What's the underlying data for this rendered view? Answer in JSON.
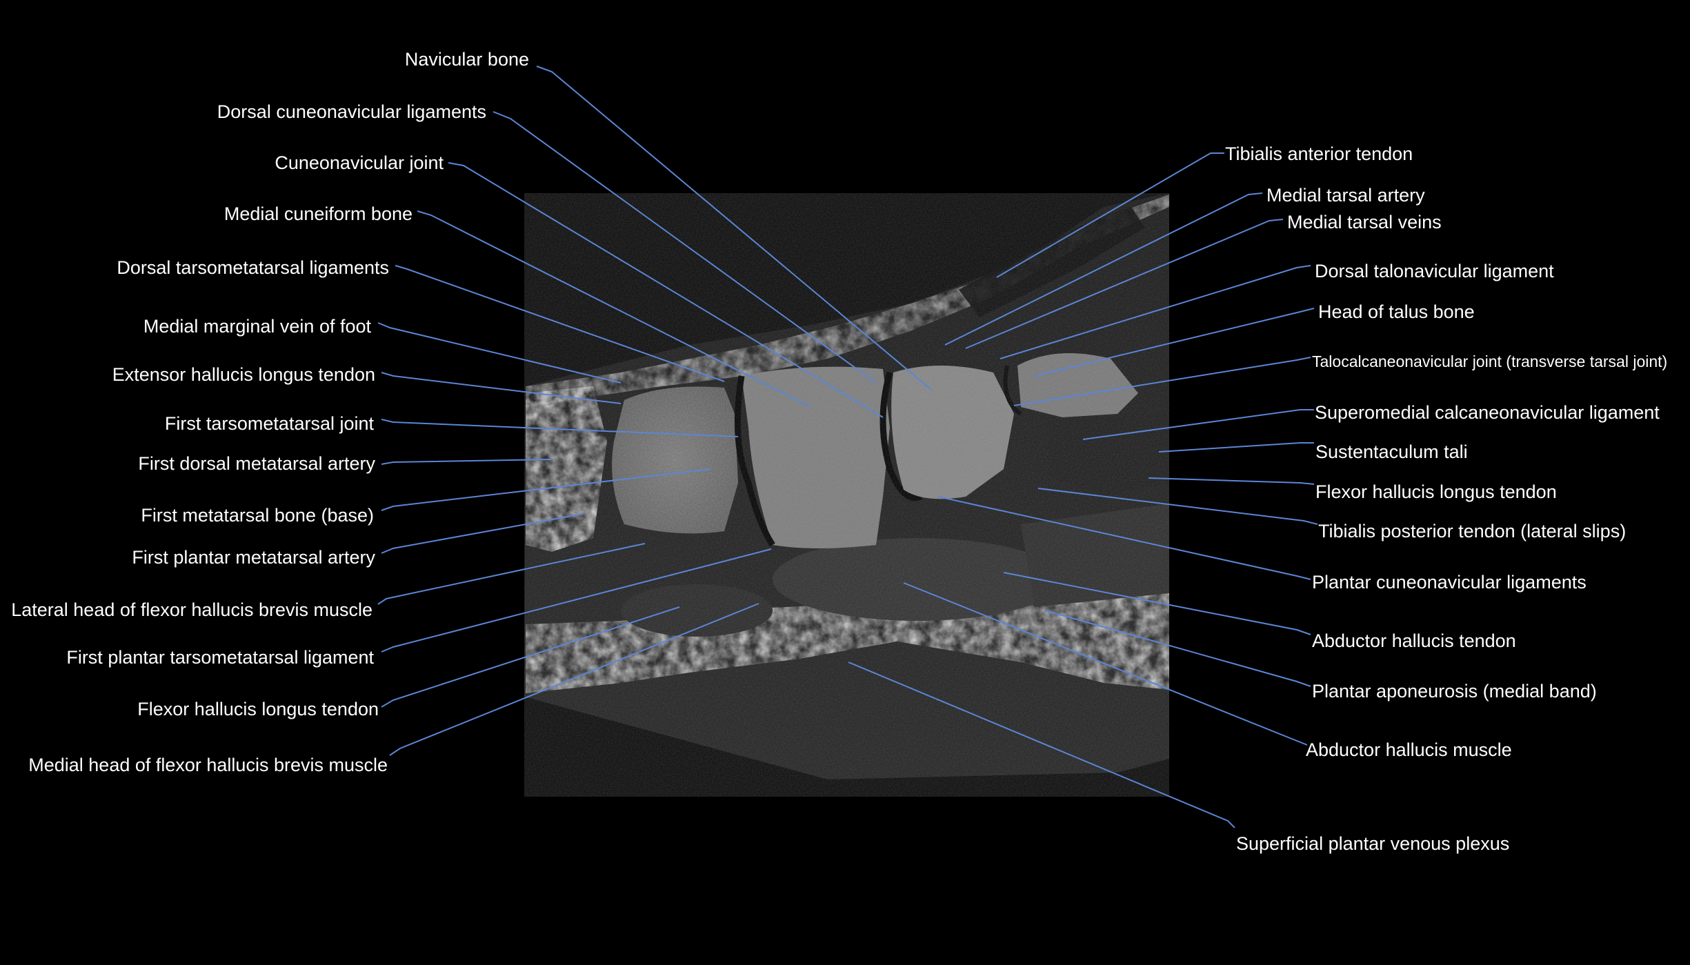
{
  "colors": {
    "background": "#000000",
    "label_text": "#ffffff",
    "leader_line": "#5b86d6"
  },
  "image": {
    "modality": "T1-weighted MRI",
    "plane": "sagittal",
    "region": "foot"
  },
  "labels_left": [
    {
      "id": "navicular-bone",
      "text": "Navicular bone"
    },
    {
      "id": "dorsal-cuneonavicular-ligaments",
      "text": "Dorsal cuneonavicular ligaments"
    },
    {
      "id": "cuneonavicular-joint",
      "text": "Cuneonavicular joint"
    },
    {
      "id": "medial-cuneiform-bone",
      "text": "Medial cuneiform bone"
    },
    {
      "id": "dorsal-tarsometatarsal-ligaments",
      "text": "Dorsal tarsometatarsal ligaments"
    },
    {
      "id": "medial-marginal-vein-of-foot",
      "text": "Medial marginal vein of foot"
    },
    {
      "id": "extensor-hallucis-longus-tendon",
      "text": "Extensor hallucis longus tendon"
    },
    {
      "id": "first-tarsometatarsal-joint",
      "text": "First tarsometatarsal joint"
    },
    {
      "id": "first-dorsal-metatarsal-artery",
      "text": "First dorsal metatarsal artery"
    },
    {
      "id": "first-metatarsal-bone-base",
      "text": "First metatarsal bone (base)"
    },
    {
      "id": "first-plantar-metatarsal-artery",
      "text": "First plantar metatarsal artery"
    },
    {
      "id": "lateral-head-fhb",
      "text": "Lateral head of flexor hallucis brevis muscle"
    },
    {
      "id": "first-plantar-tmt-ligament",
      "text": "First plantar tarsometatarsal ligament"
    },
    {
      "id": "fhl-tendon-left",
      "text": "Flexor hallucis longus tendon"
    },
    {
      "id": "medial-head-fhb",
      "text": "Medial head of flexor hallucis brevis muscle"
    }
  ],
  "labels_right": [
    {
      "id": "tibialis-anterior-tendon",
      "text": "Tibialis anterior tendon"
    },
    {
      "id": "medial-tarsal-artery",
      "text": "Medial tarsal artery"
    },
    {
      "id": "medial-tarsal-veins",
      "text": "Medial tarsal veins"
    },
    {
      "id": "dorsal-talonavicular-ligament",
      "text": "Dorsal talonavicular ligament"
    },
    {
      "id": "head-of-talus-bone",
      "text": "Head of talus bone"
    },
    {
      "id": "talocalcaneonavicular-joint",
      "text": "Talocalcaneonavicular joint (transverse tarsal joint)"
    },
    {
      "id": "superomedial-calcaneonavicular-ligament",
      "text": "Superomedial calcaneonavicular ligament"
    },
    {
      "id": "sustentaculum-tali",
      "text": "Sustentaculum tali"
    },
    {
      "id": "fhl-tendon-right",
      "text": "Flexor hallucis longus tendon"
    },
    {
      "id": "tibialis-posterior-tendon",
      "text": "Tibialis posterior tendon (lateral slips)"
    },
    {
      "id": "plantar-cuneonavicular-ligaments",
      "text": "Plantar cuneonavicular ligaments"
    },
    {
      "id": "abductor-hallucis-tendon",
      "text": "Abductor hallucis tendon"
    },
    {
      "id": "plantar-aponeurosis",
      "text": "Plantar aponeurosis (medial band)"
    },
    {
      "id": "abductor-hallucis-muscle",
      "text": "Abductor hallucis muscle"
    },
    {
      "id": "superficial-plantar-venous-plexus",
      "text": "Superficial plantar venous plexus"
    }
  ]
}
